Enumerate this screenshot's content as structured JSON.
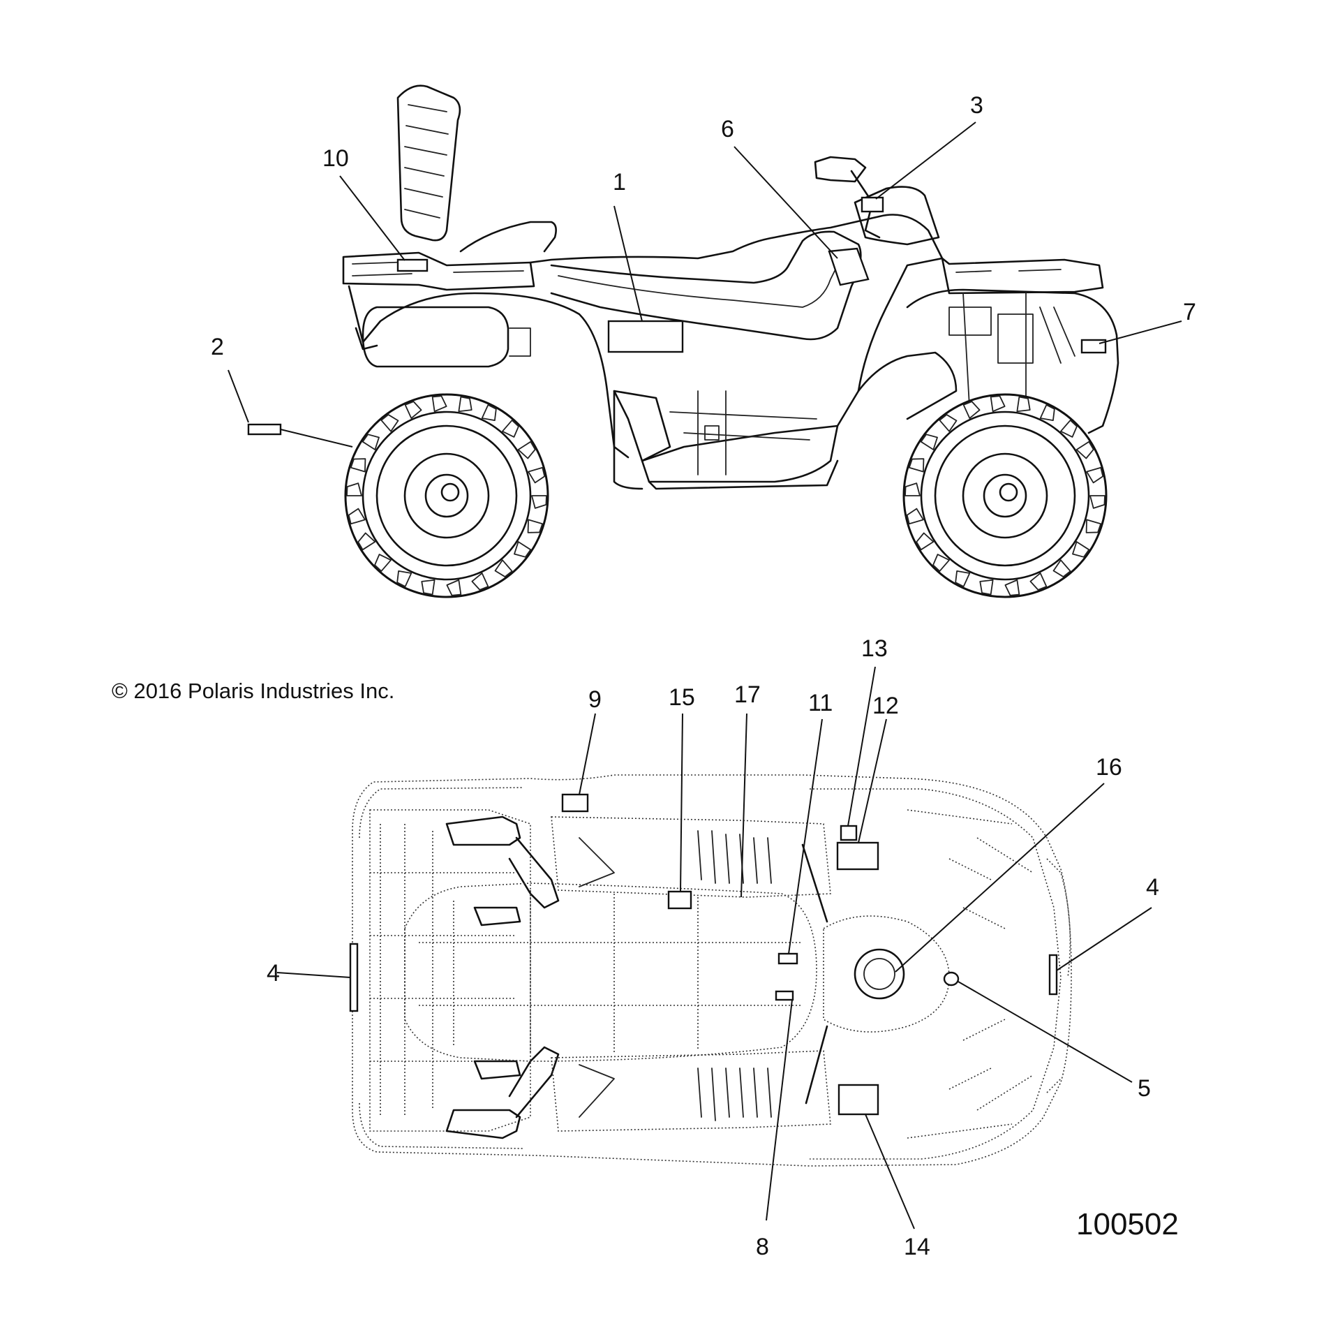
{
  "copyright": "© 2016 Polaris Industries Inc.",
  "figure_number": "100502",
  "callouts": {
    "c1": "1",
    "c2": "2",
    "c3": "3",
    "c4a": "4",
    "c4b": "4",
    "c5": "5",
    "c6": "6",
    "c7": "7",
    "c8": "8",
    "c9": "9",
    "c10": "10",
    "c11": "11",
    "c12": "12",
    "c13": "13",
    "c14": "14",
    "c15": "15",
    "c16": "16",
    "c17": "17"
  }
}
